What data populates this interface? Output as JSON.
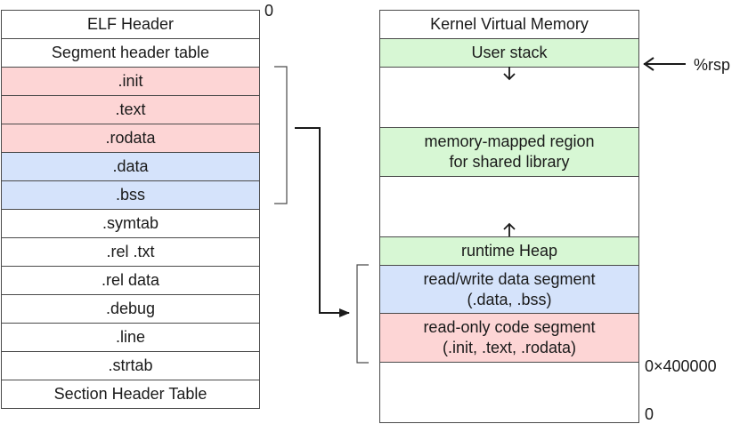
{
  "elf": {
    "offset_label": "0",
    "rows": [
      {
        "label": "ELF Header",
        "color": "#ffffff"
      },
      {
        "label": "Segment header table",
        "color": "#ffffff"
      },
      {
        "label": ".init",
        "color": "#fdd5d5"
      },
      {
        "label": ".text",
        "color": "#fdd5d5"
      },
      {
        "label": ".rodata",
        "color": "#fdd5d5"
      },
      {
        "label": ".data",
        "color": "#d5e3fb"
      },
      {
        "label": ".bss",
        "color": "#d5e3fb"
      },
      {
        "label": ".symtab",
        "color": "#ffffff"
      },
      {
        "label": ".rel .txt",
        "color": "#ffffff"
      },
      {
        "label": ".rel data",
        "color": "#ffffff"
      },
      {
        "label": ".debug",
        "color": "#ffffff"
      },
      {
        "label": ".line",
        "color": "#ffffff"
      },
      {
        "label": ".strtab",
        "color": "#ffffff"
      },
      {
        "label": "Section Header Table",
        "color": "#ffffff"
      }
    ]
  },
  "memory": {
    "kernel": "Kernel Virtual Memory",
    "user_stack": "User stack",
    "mmap_line1": "memory-mapped region",
    "mmap_line2": "for shared library",
    "heap": "runtime Heap",
    "rw_line1": "read/write data segment",
    "rw_line2": "(.data, .bss)",
    "ro_line1": "read-only code segment",
    "ro_line2": "(.init, .text, .rodata)",
    "rsp_label": "%rsp",
    "addr_400000": "0×400000",
    "addr_zero": "0"
  },
  "colors": {
    "code": "#fdd5d5",
    "data": "#d5e3fb",
    "mapped": "#d7f7d4",
    "border": "#4a4a4a"
  }
}
